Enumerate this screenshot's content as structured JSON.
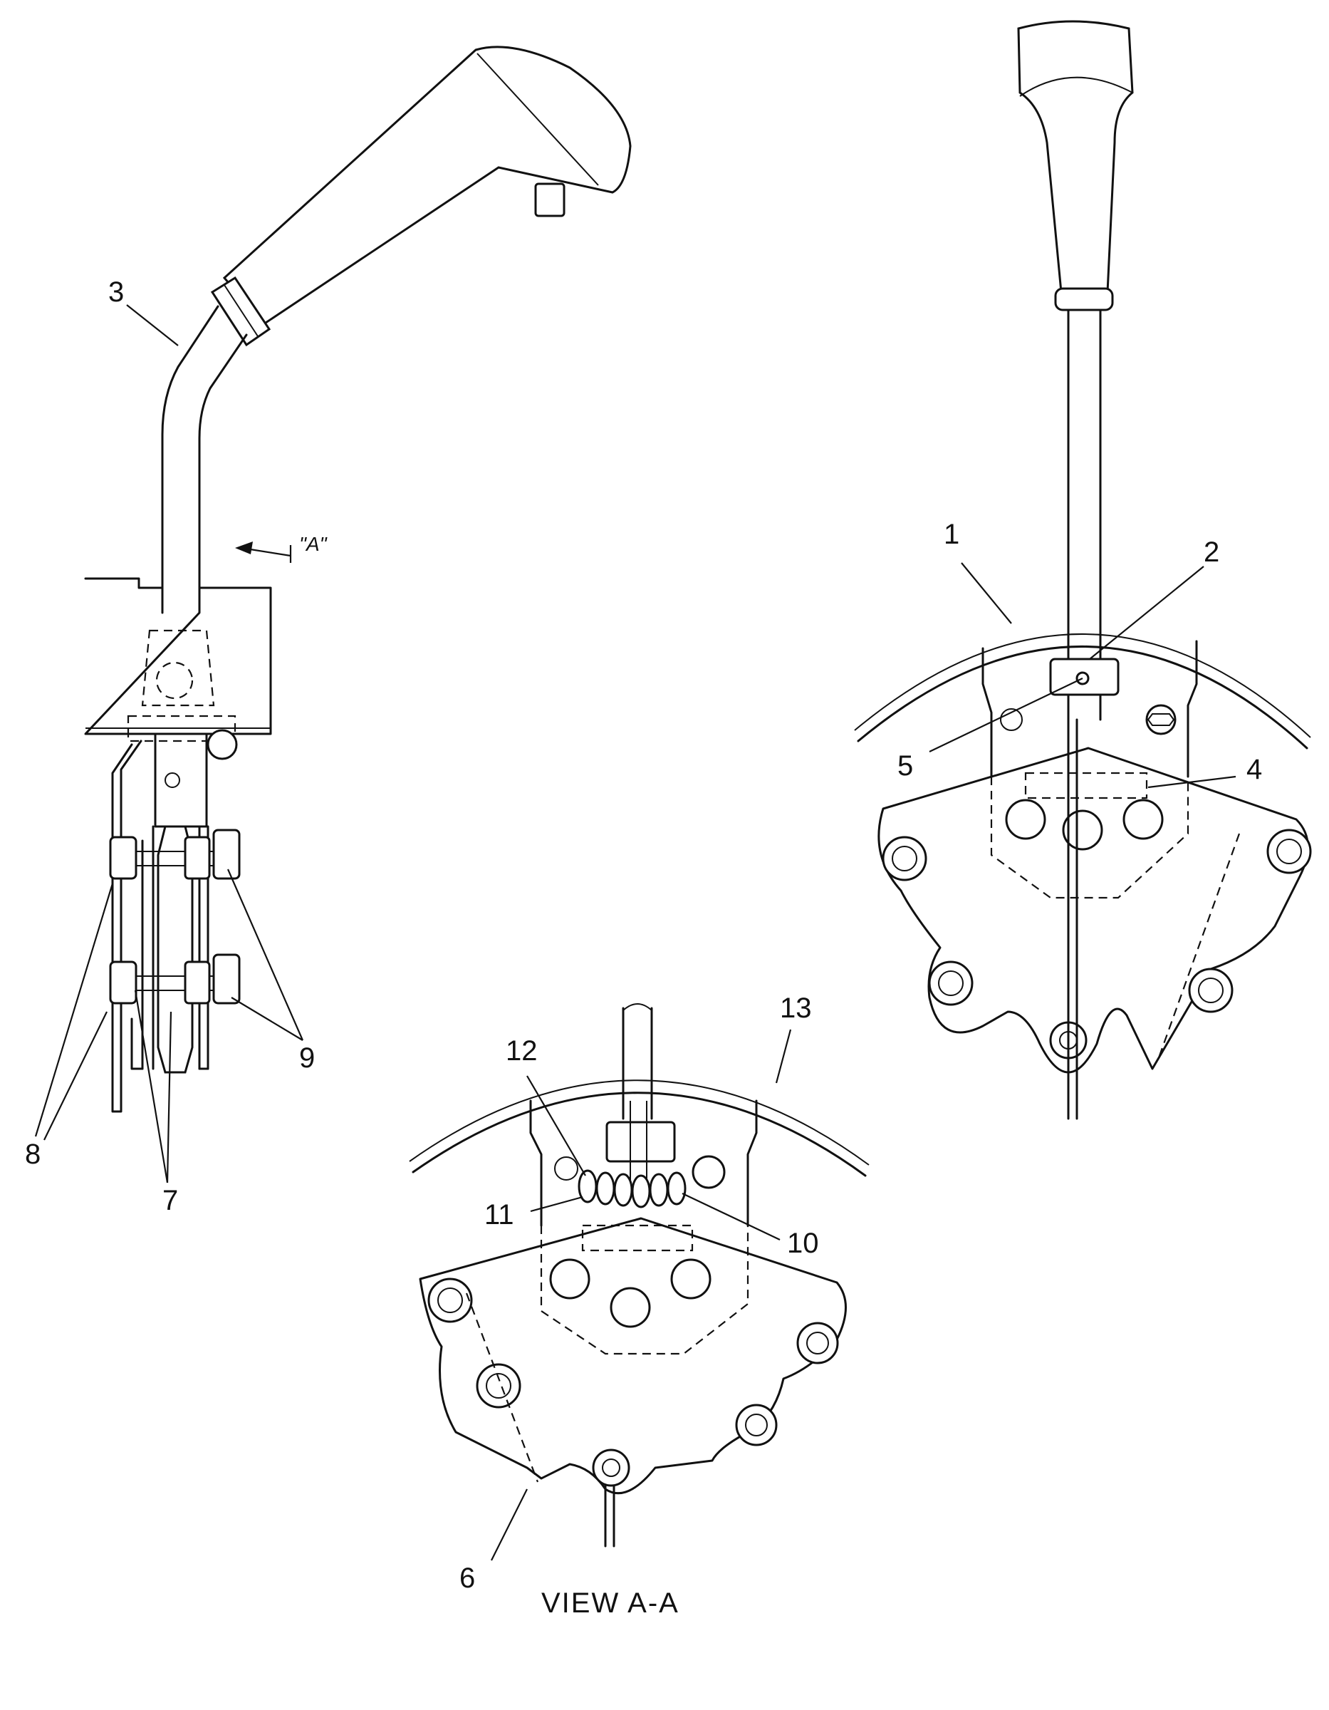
{
  "figure": {
    "callouts": {
      "c1": "1",
      "c2": "2",
      "c3": "3",
      "c4": "4",
      "c5": "5",
      "c6": "6",
      "c7": "7",
      "c8": "8",
      "c9": "9",
      "c10": "10",
      "c11": "11",
      "c12": "12",
      "c13": "13"
    },
    "section_mark": "\"A\"",
    "view_label": "VIEW  A-A"
  }
}
